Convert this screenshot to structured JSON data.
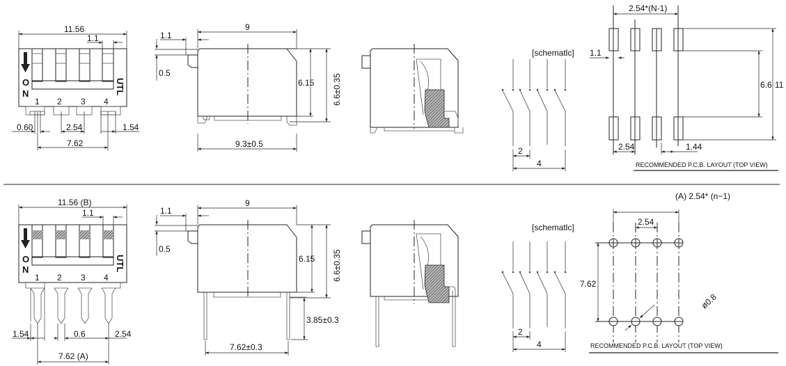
{
  "top": {
    "front": {
      "width": "11.56",
      "pitch_small": "1.1",
      "switch_numbers": [
        "1",
        "2",
        "3",
        "4"
      ],
      "on_o": "O",
      "on_n": "N",
      "brand": "UTL",
      "dim_left": "0.60",
      "dim_mid": "2.54",
      "dim_right": "1.54",
      "dim_bottom": "7.62"
    },
    "side": {
      "width": "9",
      "dim_small": "1.1",
      "dim_height_small": "0.5",
      "height": "6.15",
      "height_total": "6.6±0.35",
      "foot_span": "9.3±0.5"
    },
    "schematic": {
      "title": "[schematlc]",
      "dim_pitch": "2",
      "dim_total": "4"
    },
    "pcb": {
      "span": "2.54*(N-1)",
      "pad_width": "1.1",
      "inner": "6.6",
      "outer": "11",
      "pitch": "2.54",
      "pad_gap": "1.44",
      "caption": "RECOMMENDED P.C.B. LAYOUT (TOP VIEW)"
    }
  },
  "bottom": {
    "front": {
      "width": "11.56 (B)",
      "pitch_small": "1.1",
      "switch_numbers": [
        "1",
        "2",
        "3",
        "4"
      ],
      "on_o": "O",
      "on_n": "N",
      "brand": "UTL",
      "dim_left": "1.54",
      "dim_mid": "0.6",
      "dim_right": "2.54",
      "dim_bottom": "7.62 (A)"
    },
    "side": {
      "width": "9",
      "dim_small": "1.1",
      "dim_height_small": "0.5",
      "height": "6.15",
      "height_total": "6.6±0.35",
      "pin_length": "3.85±0.3",
      "pin_span": "7.62±0.3"
    },
    "schematic": {
      "title": "[schematlc]",
      "dim_pitch": "2",
      "dim_total": "4"
    },
    "pcb": {
      "span": "(A) 2.54* (n−1)",
      "pitch": "2.54",
      "row_spacing": "7.62",
      "hole_diameter": "ø0.8",
      "caption": "RECOMMENDED P.C.B. LAYOUT (TOP VIEW)"
    }
  }
}
